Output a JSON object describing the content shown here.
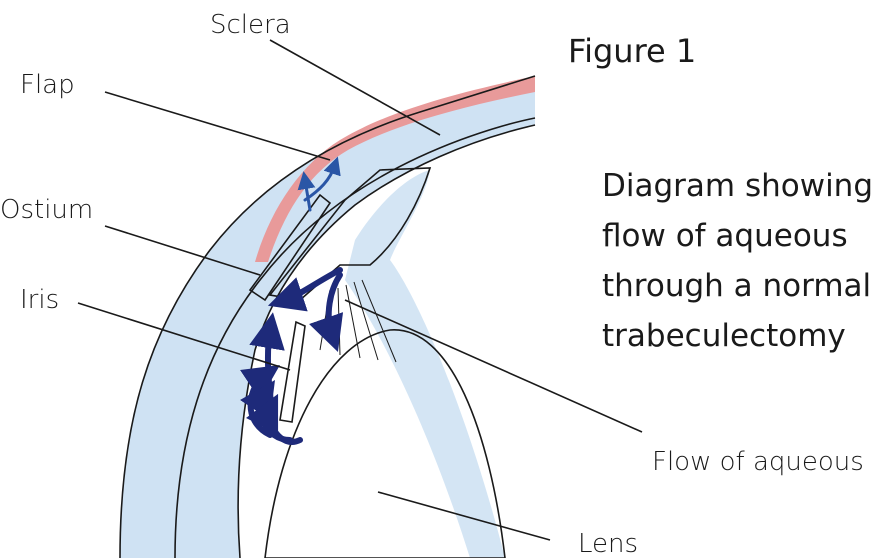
{
  "figure_title": "Figure 1",
  "caption_lines": [
    "Diagram showing",
    "flow of aqueous",
    "through a normal",
    "trabeculectomy"
  ],
  "labels": {
    "sclera": "Sclera",
    "flap": "Flap",
    "ostium": "Ostium",
    "iris": "Iris",
    "flow": "Flow of aqueous",
    "lens": "Lens"
  },
  "colors": {
    "aqueous_fill": "#cfe2f3",
    "flap_red": "#e89a9a",
    "arrow_dark": "#1e2a7a",
    "arrow_light": "#2a56a6"
  }
}
